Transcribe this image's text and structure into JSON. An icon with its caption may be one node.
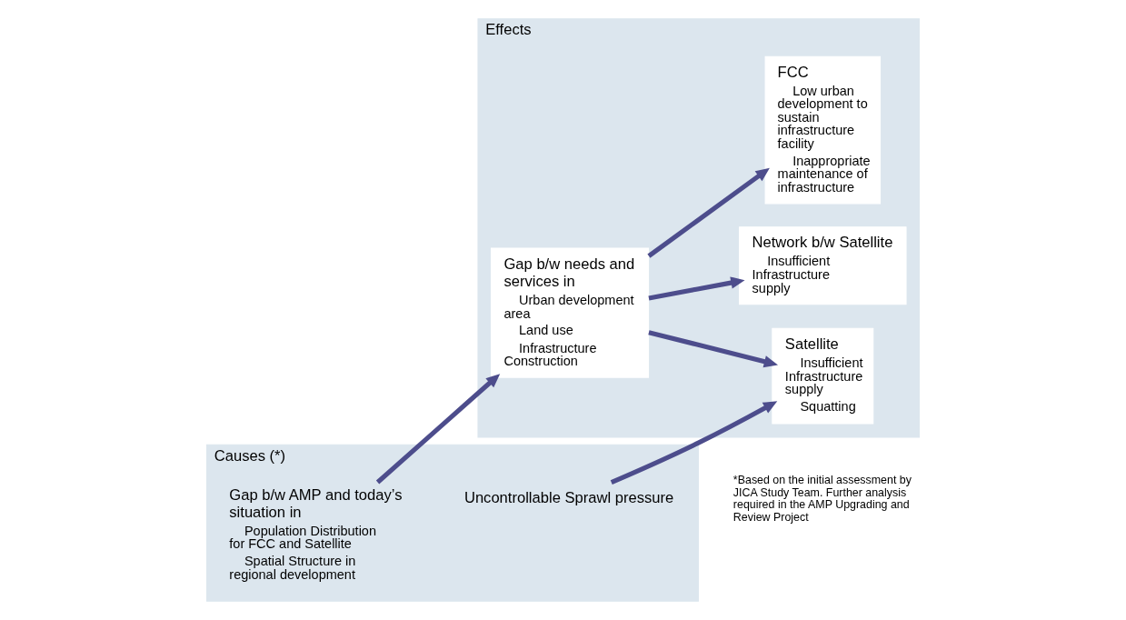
{
  "diagram": {
    "nodes": [
      {
        "text": [
          "Causes (*)"
        ]
      },
      {
        "text": [
          "Gap b/w AMP and today’s situation in",
          "Population Distribution for FCC and Satellite",
          "Spatial Structure in regional development"
        ],
        "in": 0
      },
      {
        "text": [
          "Uncontrollable Sprawl pressure"
        ],
        "in": 0
      },
      {
        "text": [
          "Effects"
        ]
      },
      {
        "text": [
          "Gap b/w needs and services in",
          "Urban development area",
          "Land use",
          "Infrastructure Construction"
        ],
        "in": 3
      },
      {
        "text": [
          "FCC",
          "Low urban development to sustain infrastructure facility",
          "Inappropriate maintenance of infrastructure"
        ],
        "in": 3
      },
      {
        "text": [
          "Satellite",
          "Insufficient Infrastructure supply",
          "Squatting"
        ],
        "in": 3
      },
      {
        "text": [
          "Network b/w Satellite",
          "Insufficient Infrastructure supply"
        ],
        "in": 3
      }
    ],
    "edges": [
      {
        "from": 1,
        "to": 4,
        "arrow": "to"
      },
      {
        "from": 4,
        "to": 5,
        "arrow": "to"
      },
      {
        "from": 4,
        "to": 6,
        "arrow": "to"
      },
      {
        "from": 4,
        "to": 7,
        "arrow": "to"
      },
      {
        "from": 2,
        "to": 6,
        "arrow": "to"
      }
    ],
    "labels": [
      "*Based on the initial assessment by JICA Study Team. Further analysis required in the AMP Upgrading and Review Project"
    ]
  }
}
